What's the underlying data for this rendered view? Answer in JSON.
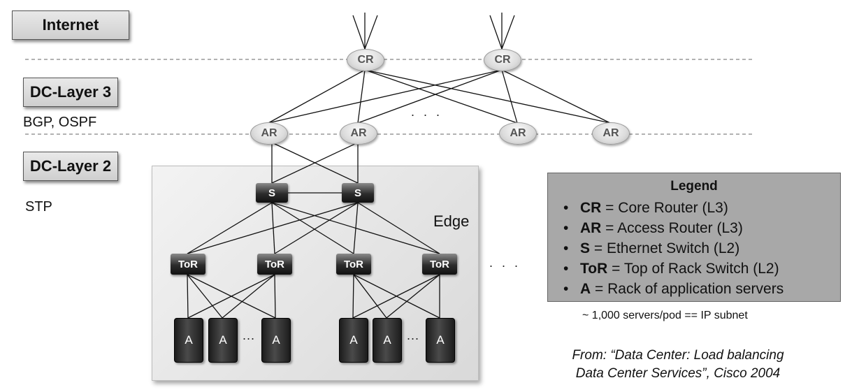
{
  "labels": {
    "internet": "Internet",
    "dc_layer3": "DC-Layer 3",
    "bgp_ospf": "BGP, OSPF",
    "dc_layer2": "DC-Layer 2",
    "stp": "STP",
    "edge": "Edge",
    "ellipsis": ". . .",
    "ellipsis_small": "..."
  },
  "nodes": {
    "core_routers": [
      "CR",
      "CR"
    ],
    "access_routers": [
      "AR",
      "AR",
      "AR",
      "AR"
    ],
    "switches": [
      "S",
      "S"
    ],
    "tors": [
      "ToR",
      "ToR",
      "ToR",
      "ToR"
    ],
    "racks": [
      "A",
      "A",
      "A",
      "A",
      "A",
      "A"
    ]
  },
  "legend": {
    "title": "Legend",
    "items": [
      {
        "term": "CR",
        "desc": " = Core Router (L3)"
      },
      {
        "term": "AR",
        "desc": " = Access Router (L3)"
      },
      {
        "term": "S",
        "desc": " = Ethernet Switch (L2)"
      },
      {
        "term": "ToR",
        "desc": " = Top of Rack Switch (L2)"
      },
      {
        "term": "A",
        "desc": " = Rack of application servers"
      }
    ],
    "bullet": "•"
  },
  "note": "~ 1,000 servers/pod == IP subnet",
  "source_line1": "From: “Data Center: Load  balancing",
  "source_line2": "Data Center Services”, Cisco 2004"
}
